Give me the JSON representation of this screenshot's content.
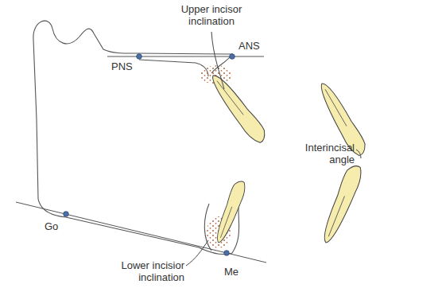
{
  "diagram": {
    "labels": [
      "Upper incisor inclination",
      "ANS",
      "PNS",
      "Go",
      "Me",
      "Lower incisior inclination",
      "Interincisal angle"
    ]
  }
}
